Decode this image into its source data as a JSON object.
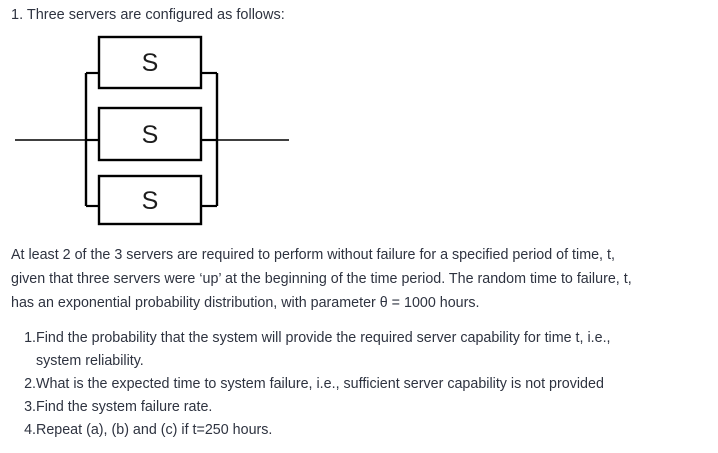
{
  "document": {
    "stem": "1. Three servers are configured as follows:",
    "diagram": {
      "name": "parallel-server-block-diagram",
      "block_label": "S",
      "block_count": 3,
      "blocks": [
        {
          "label": "S"
        },
        {
          "label": "S"
        },
        {
          "label": "S"
        }
      ],
      "stroke_color": "#000000",
      "fill_color": "#ffffff"
    },
    "paragraph": {
      "lines": [
        "At least 2 of the 3 servers are required to perform without failure for a specified period of time, t,",
        "given that three servers were ‘up’ at the beginning of the time period. The random time to failure, t,",
        "has an exponential probability distribution, with parameter θ = 1000 hours."
      ]
    },
    "tasks": [
      {
        "number": "1.",
        "lines": [
          "Find the probability that the system will provide the required server capability for time t, i.e.,",
          "system reliability."
        ]
      },
      {
        "number": "2.",
        "lines": [
          "What is the expected time to system failure, i.e., sufficient server capability is not provided"
        ]
      },
      {
        "number": "3.",
        "lines": [
          "Find the system failure rate."
        ]
      },
      {
        "number": "4.",
        "lines": [
          "Repeat (a), (b) and (c) if t=250 hours."
        ]
      }
    ],
    "colors": {
      "text": "#2e3340",
      "background": "#ffffff",
      "diagram_stroke": "#000000"
    }
  }
}
